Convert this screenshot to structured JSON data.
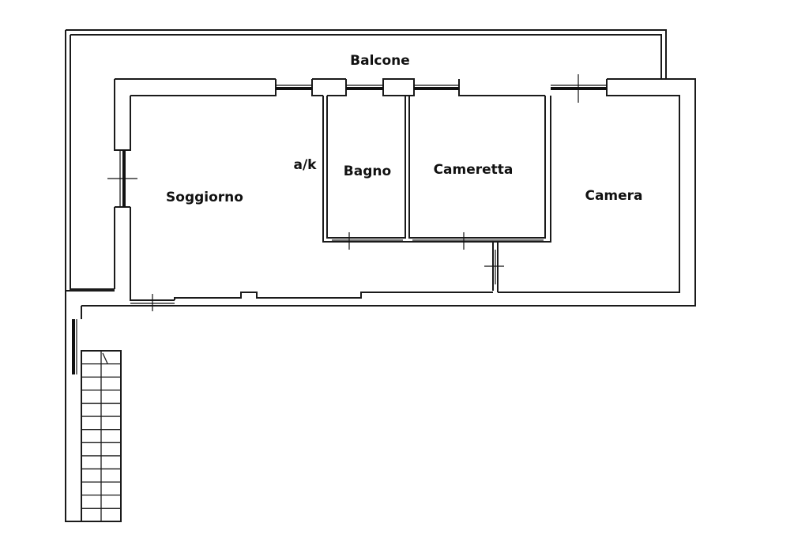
{
  "plan": {
    "rooms": {
      "balcone": "Balcone",
      "soggiorno": "Soggiorno",
      "ak": "a/k",
      "bagno": "Bagno",
      "cameretta": "Cameretta",
      "camera": "Camera"
    },
    "colors": {
      "line": "#1a1a1a",
      "background": "#ffffff"
    }
  }
}
